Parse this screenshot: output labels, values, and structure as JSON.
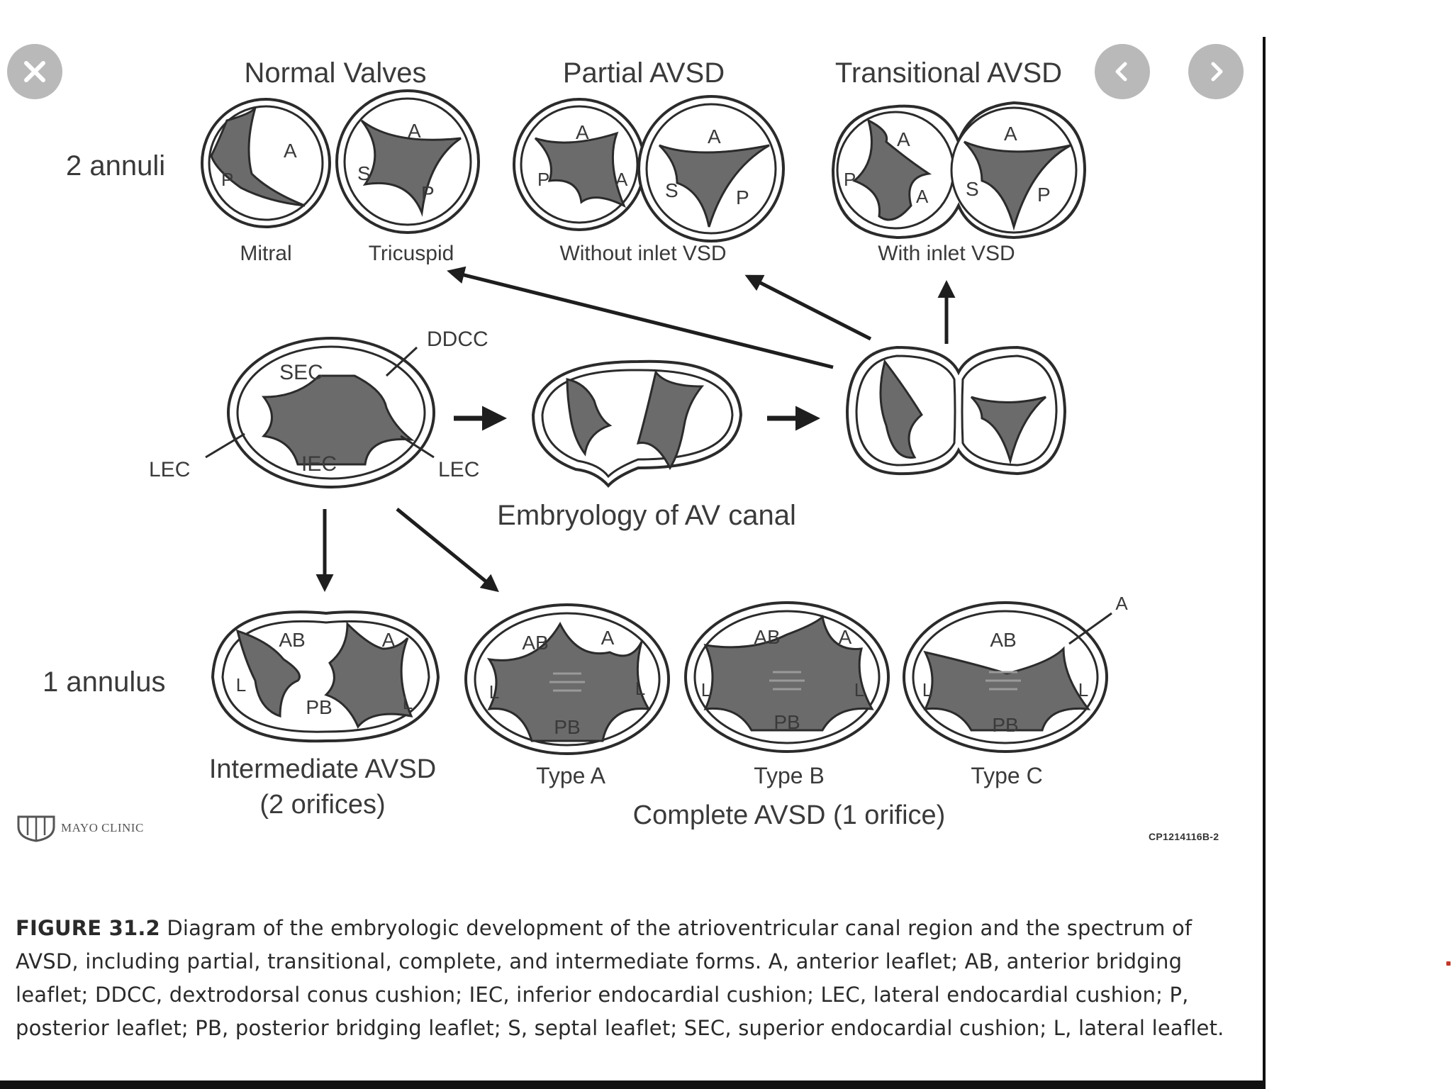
{
  "viewer": {
    "close_icon": "close-icon",
    "prev_icon": "chevron-left-icon",
    "next_icon": "chevron-right-icon",
    "accent_colors": {
      "button": "#b9b9b9",
      "leaflet_fill": "#6b6b6b",
      "line": "#2b2b2b"
    }
  },
  "figure": {
    "headers": {
      "normal": "Normal Valves",
      "partial": "Partial AVSD",
      "transitional": "Transitional AVSD"
    },
    "row_labels": {
      "two_annuli": "2 annuli",
      "one_annulus": "1 annulus"
    },
    "valve_names": {
      "mitral": "Mitral",
      "tricuspid": "Tricuspid",
      "without_inlet": "Without inlet VSD",
      "with_inlet": "With inlet VSD"
    },
    "leaflets": {
      "A": "A",
      "P": "P",
      "S": "S",
      "AB": "AB",
      "PB": "PB",
      "L": "L"
    },
    "cushions": {
      "sec": "SEC",
      "ddcc": "DDCC",
      "iec": "IEC",
      "lec": "LEC"
    },
    "embryology_title": "Embryology of AV canal",
    "bottom_labels": {
      "intermediate_line1": "Intermediate AVSD",
      "intermediate_line2": "(2 orifices)",
      "type_a": "Type A",
      "type_b": "Type B",
      "type_c": "Type C",
      "complete": "Complete AVSD (1 orifice)"
    },
    "logo_text": "MAYO CLINIC",
    "figure_code": "CP1214116B-2"
  },
  "caption": {
    "number": "FIGURE 31.2",
    "text": "Diagram of the embryologic development of the atrioventricular canal region and the spectrum of AVSD, including partial, transitional, complete, and intermediate forms. A, anterior leaflet; AB, anterior bridging leaflet; DDCC, dextrodorsal conus cushion; IEC, inferior endocardial cushion; LEC, lateral endocardial cushion; P, posterior leaflet; PB, posterior bridging leaflet; S, septal leaflet; SEC, superior endocardial cushion; L, lateral leaflet."
  }
}
